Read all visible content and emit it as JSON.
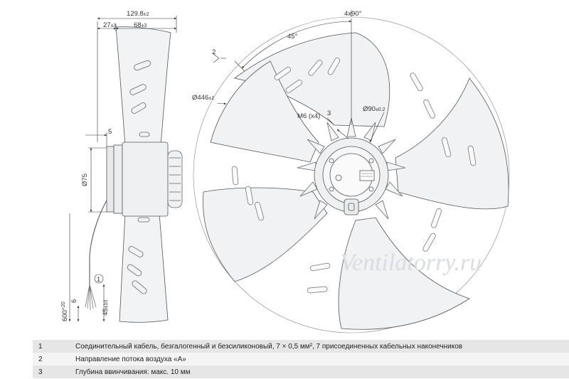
{
  "dimensions": {
    "total_depth": "129.8",
    "total_depth_tol": "±2",
    "offset_a": "27",
    "offset_a_tol": "±3",
    "offset_b": "68",
    "offset_b_tol": "±3",
    "flange_5": "5",
    "motor_dia": "Ø75",
    "cable_len": "600",
    "cable_len_tol": "+20",
    "strip_6": "6",
    "strip_45": "45",
    "strip_45_tol": "±10",
    "blade_angle": "4x90°",
    "blade_spacing": "45°",
    "fan_dia": "Ø446",
    "fan_dia_tol": "±2",
    "thread": "M6 (x4)",
    "thread_ref": "3",
    "hub_dia": "Ø90",
    "hub_dia_tol": "±0.2",
    "callout_2": "2",
    "callout_1": "1"
  },
  "watermark": "Ventilatorry.ru",
  "notes": [
    {
      "num": "1",
      "text": "Соединительный кабель, безгалогенный и безсиликоновый, 7 × 0,5 мм², 7 присоединенных кабельных наконечников"
    },
    {
      "num": "2",
      "text": "Направление потока воздуха «A»"
    },
    {
      "num": "3",
      "text": "Глубина ввинчивания: макс. 10 мм"
    }
  ]
}
